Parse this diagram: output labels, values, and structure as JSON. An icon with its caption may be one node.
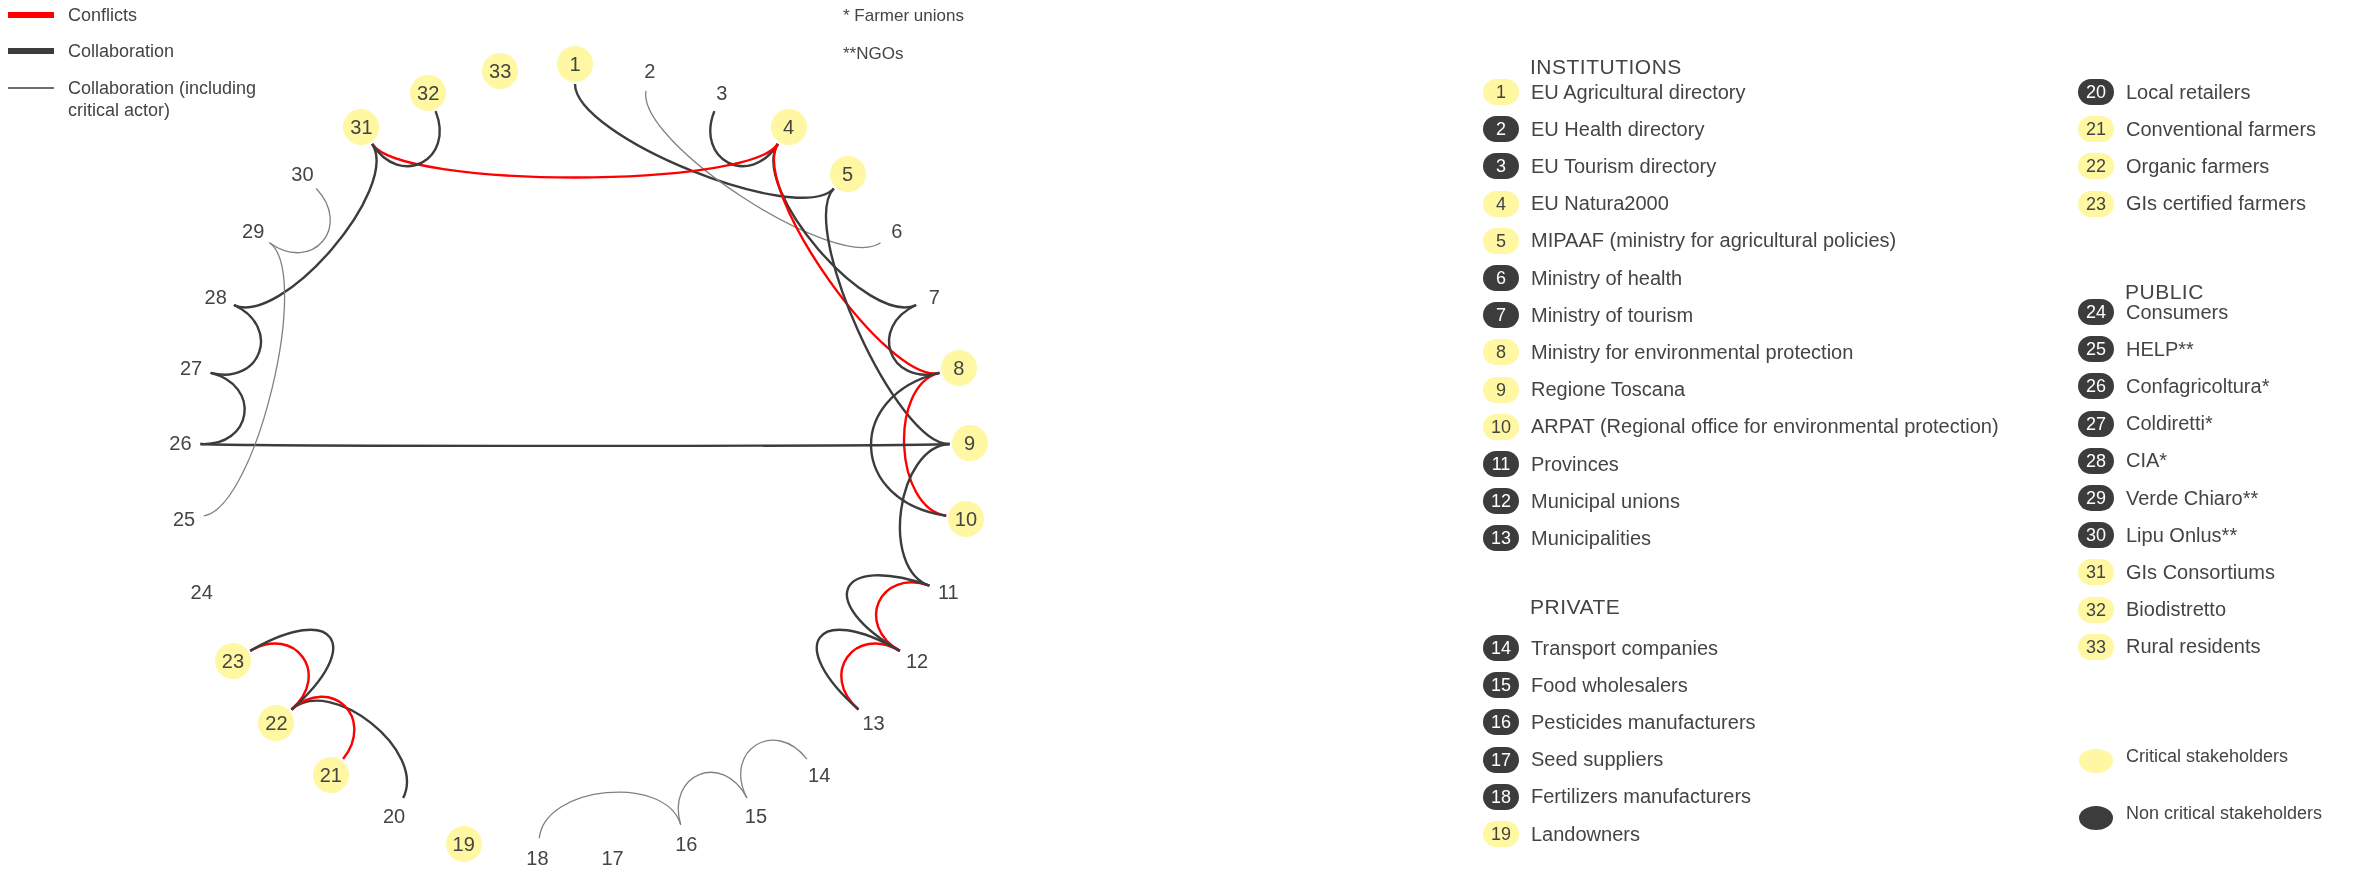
{
  "diagram": {
    "nodes": [
      {
        "text": [
          "1"
        ]
      },
      {
        "text": [
          "2"
        ]
      },
      {
        "text": [
          "3"
        ]
      },
      {
        "text": [
          "4"
        ]
      },
      {
        "text": [
          "5"
        ]
      },
      {
        "text": [
          "6"
        ]
      },
      {
        "text": [
          "7"
        ]
      },
      {
        "text": [
          "8"
        ]
      },
      {
        "text": [
          "9"
        ]
      },
      {
        "text": [
          "10"
        ]
      },
      {
        "text": [
          "11"
        ]
      },
      {
        "text": [
          "12"
        ]
      },
      {
        "text": [
          "13"
        ]
      },
      {
        "text": [
          "14"
        ]
      },
      {
        "text": [
          "15"
        ]
      },
      {
        "text": [
          "16"
        ]
      },
      {
        "text": [
          "17"
        ]
      },
      {
        "text": [
          "18"
        ]
      },
      {
        "text": [
          "19"
        ]
      },
      {
        "text": [
          "20"
        ]
      },
      {
        "text": [
          "21"
        ]
      },
      {
        "text": [
          "22"
        ]
      },
      {
        "text": [
          "23"
        ]
      },
      {
        "text": [
          "24"
        ]
      },
      {
        "text": [
          "25"
        ]
      },
      {
        "text": [
          "26"
        ]
      },
      {
        "text": [
          "27"
        ]
      },
      {
        "text": [
          "28"
        ]
      },
      {
        "text": [
          "29"
        ]
      },
      {
        "text": [
          "30"
        ]
      },
      {
        "text": [
          "31"
        ]
      },
      {
        "text": [
          "32"
        ]
      },
      {
        "text": [
          "33"
        ]
      },
      {
        "text": [
          "1"
        ],
        "beside": [
          "EU Agricultural directory"
        ]
      },
      {
        "text": [
          "2"
        ],
        "beside": [
          "EU Health directory"
        ]
      },
      {
        "text": [
          "3"
        ],
        "beside": [
          "EU Tourism directory"
        ]
      },
      {
        "text": [
          "4"
        ],
        "beside": [
          "EU Natura2000"
        ]
      },
      {
        "text": [
          "5"
        ],
        "beside": [
          "MIPAAF (ministry for agricultural policies)"
        ]
      },
      {
        "text": [
          "6"
        ],
        "beside": [
          "Ministry of health"
        ]
      },
      {
        "text": [
          "7"
        ],
        "beside": [
          "Ministry of tourism"
        ]
      },
      {
        "text": [
          "8"
        ],
        "beside": [
          "Ministry for environmental protection"
        ]
      },
      {
        "text": [
          "9"
        ],
        "beside": [
          "Regione Toscana"
        ]
      },
      {
        "text": [
          "10"
        ],
        "beside": [
          "ARPAT (Regional office for environmental protection)"
        ]
      },
      {
        "text": [
          "11"
        ],
        "beside": [
          "Provinces"
        ]
      },
      {
        "text": [
          "12"
        ],
        "beside": [
          "Municipal unions"
        ]
      },
      {
        "text": [
          "13"
        ],
        "beside": [
          "Municipalities"
        ]
      },
      {
        "text": [
          "14"
        ],
        "beside": [
          "Transport companies"
        ]
      },
      {
        "text": [
          "15"
        ],
        "beside": [
          "Food wholesalers"
        ]
      },
      {
        "text": [
          "16"
        ],
        "beside": [
          "Pesticides manufacturers"
        ]
      },
      {
        "text": [
          "17"
        ],
        "beside": [
          "Seed suppliers"
        ]
      },
      {
        "text": [
          "18"
        ],
        "beside": [
          "Fertilizers manufacturers"
        ]
      },
      {
        "text": [
          "19"
        ],
        "beside": [
          "Landowners"
        ]
      },
      {
        "text": [
          "20"
        ],
        "beside": [
          "Local retailers"
        ]
      },
      {
        "text": [
          "21"
        ],
        "beside": [
          "Conventional farmers"
        ]
      },
      {
        "text": [
          "22"
        ],
        "beside": [
          "Organic farmers"
        ]
      },
      {
        "text": [
          "23"
        ],
        "beside": [
          "GIs certified farmers"
        ]
      },
      {
        "text": [
          "24"
        ],
        "beside": [
          "Consumers"
        ]
      },
      {
        "text": [
          "25"
        ],
        "beside": [
          "HELP**"
        ]
      },
      {
        "text": [
          "26"
        ],
        "beside": [
          "Confagricoltura*"
        ]
      },
      {
        "text": [
          "27"
        ],
        "beside": [
          "Coldiretti*"
        ]
      },
      {
        "text": [
          "28"
        ],
        "beside": [
          "CIA*"
        ]
      },
      {
        "text": [
          "29"
        ],
        "beside": [
          "Verde Chiaro**"
        ]
      },
      {
        "text": [
          "30"
        ],
        "beside": [
          "Lipu Onlus**"
        ]
      },
      {
        "text": [
          "31"
        ],
        "beside": [
          "GIs Consortiums"
        ]
      },
      {
        "text": [
          "32"
        ],
        "beside": [
          "Biodistretto"
        ]
      },
      {
        "text": [
          "33"
        ],
        "beside": [
          "Rural residents"
        ]
      }
    ],
    "edges": [
      {
        "from": 0,
        "to": 4,
        "arrow": "none"
      },
      {
        "from": 1,
        "to": 5,
        "arrow": "none",
        "color": "#808080"
      },
      {
        "from": 2,
        "to": 3,
        "arrow": "none"
      },
      {
        "from": 3,
        "to": 30,
        "arrow": "none",
        "color": "#ff0000"
      },
      {
        "from": 3,
        "to": 6,
        "arrow": "none"
      },
      {
        "from": 3,
        "to": 7,
        "arrow": "none",
        "color": "#ff0000"
      },
      {
        "from": 4,
        "to": 8,
        "arrow": "none"
      },
      {
        "from": 6,
        "to": 7,
        "arrow": "none"
      },
      {
        "from": 7,
        "to": 9,
        "arrow": "none",
        "color": "#ff0000"
      },
      {
        "from": 7,
        "to": 9,
        "arrow": "none"
      },
      {
        "from": 8,
        "to": 10,
        "arrow": "none"
      },
      {
        "from": 8,
        "to": 25,
        "arrow": "none"
      },
      {
        "from": 10,
        "to": 11,
        "arrow": "none",
        "color": "#ff0000"
      },
      {
        "from": 10,
        "to": 11,
        "arrow": "none"
      },
      {
        "from": 11,
        "to": 12,
        "arrow": "none",
        "color": "#ff0000"
      },
      {
        "from": 11,
        "to": 12,
        "arrow": "none"
      },
      {
        "from": 13,
        "to": 14,
        "arrow": "none",
        "color": "#808080"
      },
      {
        "from": 14,
        "to": 15,
        "arrow": "none",
        "color": "#808080"
      },
      {
        "from": 15,
        "to": 17,
        "arrow": "none",
        "color": "#808080"
      },
      {
        "from": 19,
        "to": 21,
        "arrow": "none"
      },
      {
        "from": 21,
        "to": 20,
        "arrow": "none",
        "color": "#ff0000"
      },
      {
        "from": 21,
        "to": 22,
        "arrow": "none",
        "color": "#ff0000"
      },
      {
        "from": 21,
        "to": 22,
        "arrow": "none"
      },
      {
        "from": 25,
        "to": 26,
        "arrow": "none"
      },
      {
        "from": 26,
        "to": 27,
        "arrow": "none"
      },
      {
        "from": 27,
        "to": 30,
        "arrow": "none"
      },
      {
        "from": 28,
        "to": 29,
        "arrow": "none",
        "color": "#808080"
      },
      {
        "from": 28,
        "to": 24,
        "arrow": "none",
        "color": "#808080"
      },
      {
        "from": 30,
        "to": 31,
        "arrow": "none"
      }
    ],
    "labels": [
      "* Farmer unions",
      "**NGOs",
      "INSTITUTIONS",
      "PRIVATE",
      "PUBLIC"
    ],
    "legend": [
      {
        "text": "Conflicts"
      },
      {
        "text": "Collaboration"
      },
      {
        "text": "Collaboration (including critical actor)"
      },
      {
        "text": "Critical stakeholders",
        "color": "#fff7a1"
      },
      {
        "text": "Non critical stakeholders",
        "color": "#3c3c3c"
      }
    ]
  }
}
